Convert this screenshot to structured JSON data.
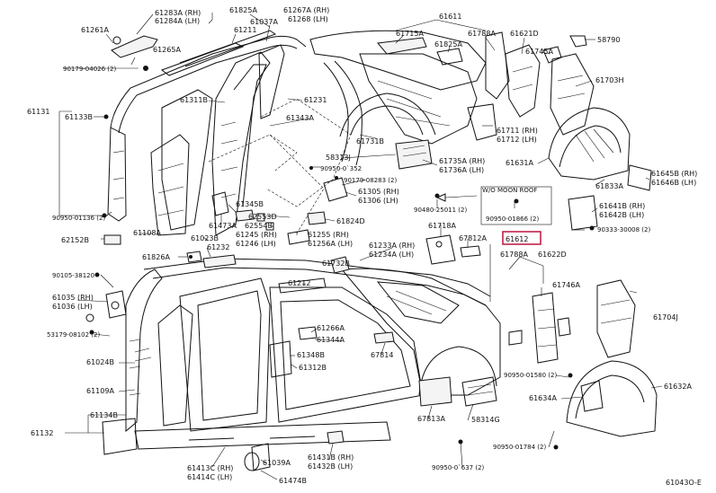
{
  "drawing_id": "61043O-E",
  "highlight_color": "#c0224a",
  "callouts": {
    "c61283A": "61283A (RH)",
    "c61284A": "61284A (LH)",
    "c61825A_top": "61825A",
    "c61267A": "61267A (RH)",
    "c61268": "61268 (LH)",
    "c61611": "61611",
    "c61261A": "61261A",
    "c61211": "61211",
    "c61037A": "61037A",
    "c61715A": "61715A",
    "c61825A_mid": "61825A",
    "c61788A_top": "61788A",
    "c61621D": "61621D",
    "c58790": "58790",
    "c61265A": "61265A",
    "c61745A": "61745A",
    "c90179_04026": "90179-04026 (2)",
    "c61703H": "61703H",
    "c61311B": "61311B",
    "c61231": "61231",
    "c61131": "61131",
    "c61133B": "61133B",
    "c61343A": "61343A",
    "c61711": "61711 (RH)",
    "c61712": "61712 (LH)",
    "c61731B": "61731B",
    "c58313J": "58313J",
    "c61735A": "61735A (RH)",
    "c61736A": "61736A (LH)",
    "c61631A": "61631A",
    "c90950_0352": "90950-0`352",
    "c90179_08283": "90179-08283 (2)",
    "c61645B": "61645B (RH)",
    "c61646B": "61646B (LH)",
    "c61305": "61305 (RH)",
    "c61306": "61306 (LH)",
    "c61833A": "61833A",
    "c61345B": "61345B",
    "c90950_01136": "90950-01136 (2)",
    "wo_moon_roof": "W/O MOON ROOF",
    "c90480_25011": "90480-25011 (2)",
    "c90950_01866": "90950-01866 (2)",
    "c61641B": "61641B (RH)",
    "c61642B": "61642B (LH)",
    "c62553D": "62553D",
    "c61824D": "61824D",
    "c61473A": "61473A",
    "c62554B": "62554B",
    "c61108A": "61108A",
    "c61245_rh": "61245 (RH)",
    "c61255": "61255 (RH)",
    "c61718A": "61718A",
    "c90333_30008": "90333-30008 (2)",
    "c62152B": "62152B",
    "c61023B": "61023B",
    "c61246": "61246 (LH)",
    "c61256A": "61256A (LH)",
    "c67812A": "67812A",
    "c61612": "61612",
    "c61232": "61232",
    "c61233A": "61233A (RH)",
    "c61234A": "61234A (LH)",
    "c61826A": "61826A",
    "c61732B": "61732B",
    "c61788A_mid": "61788A",
    "c61622D": "61622D",
    "c90105_38120": "90105-38120",
    "c61212": "61212",
    "c61746A": "61746A",
    "c61035": "61035 (RH)",
    "c61036": "61036 (LH)",
    "c61704J": "61704J",
    "c61266A": "61266A",
    "c53179_08102": "53179-08102 (2)",
    "c61344A": "61344A",
    "c61024B": "61024B",
    "c61348B": "61348B",
    "c67814": "67814",
    "c90950_01580": "90950-01580 (2)",
    "c61312B": "61312B",
    "c61632A": "61632A",
    "c61109A": "61109A",
    "c61634A": "61634A",
    "c61134B": "61134B",
    "c67813A": "67813A",
    "c58314G": "58314G",
    "c61132": "61132",
    "c90950_01784": "90950-01784 (2)",
    "c61431B": "61431B (RH)",
    "c61432B": "61432B (LH)",
    "c61413C": "61413C (RH)",
    "c61414C": "61414C (LH)",
    "c61039A": "61039A",
    "c90950_0637": "90950-0`637 (2)",
    "c61474B": "61474B"
  }
}
